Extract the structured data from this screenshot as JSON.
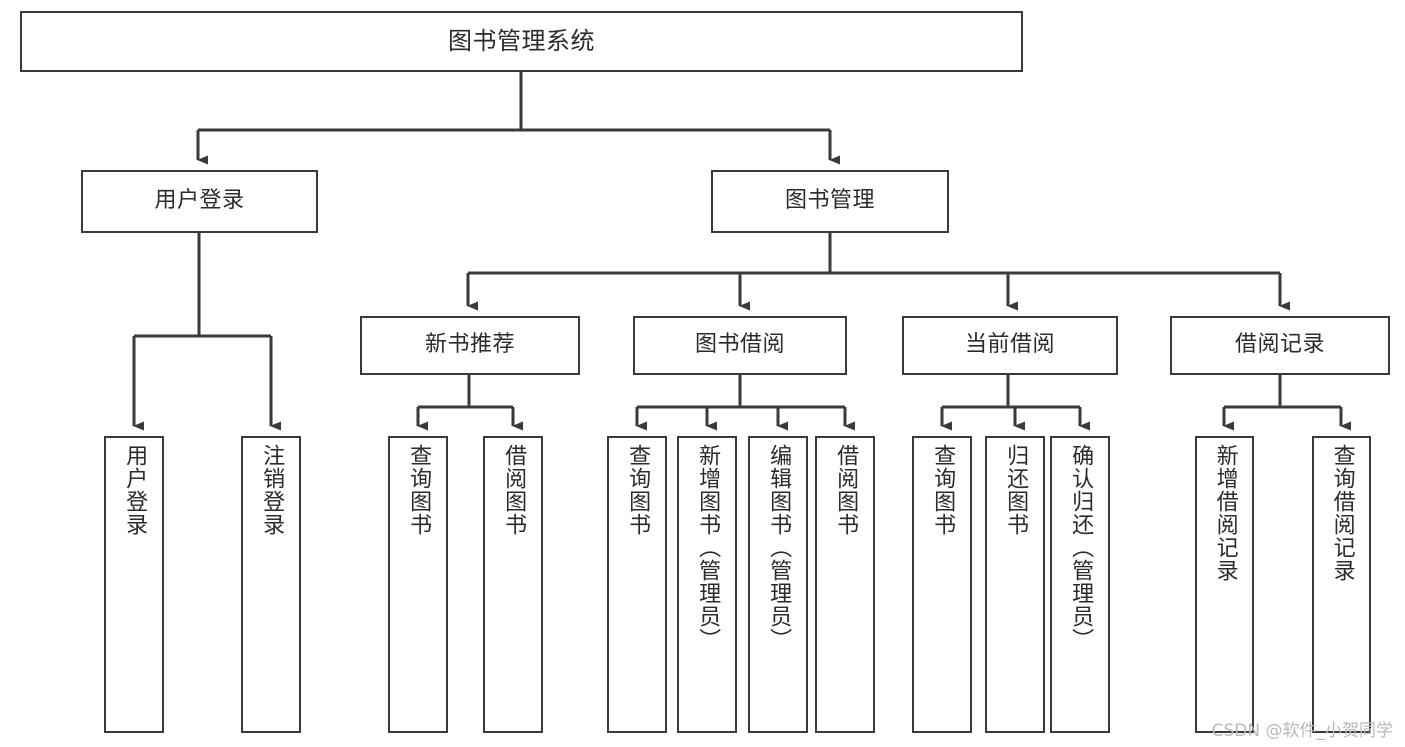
{
  "diagram": {
    "title": "图书管理系统",
    "type": "functional-structure-tree",
    "orientation": "top-down",
    "line_color": "#3a3a3a",
    "box_fill": "#ffffff",
    "box_border": "#3a3a3a",
    "text_color": "#2b2b2b"
  },
  "root": {
    "label": "图书管理系统"
  },
  "level2": [
    {
      "label": "用户登录"
    },
    {
      "label": "图书管理"
    }
  ],
  "level3": [
    {
      "label": "新书推荐"
    },
    {
      "label": "图书借阅"
    },
    {
      "label": "当前借阅"
    },
    {
      "label": "借阅记录"
    }
  ],
  "leaves": {
    "user_login": [
      {
        "label": "用户登录"
      },
      {
        "label": "注销登录"
      }
    ],
    "new_book_recommend": [
      {
        "label": "查询图书"
      },
      {
        "label": "借阅图书"
      }
    ],
    "book_borrow": [
      {
        "label": "查询图书"
      },
      {
        "label": "新增图书（管理员）"
      },
      {
        "label": "编辑图书（管理员）"
      },
      {
        "label": "借阅图书"
      }
    ],
    "current_borrow": [
      {
        "label": "查询图书"
      },
      {
        "label": "归还图书"
      },
      {
        "label": "确认归还（管理员）"
      }
    ],
    "borrow_record": [
      {
        "label": "新增借阅记录"
      },
      {
        "label": "查询借阅记录"
      }
    ]
  },
  "watermark": {
    "text": "CSDN @软件_小贺同学"
  }
}
